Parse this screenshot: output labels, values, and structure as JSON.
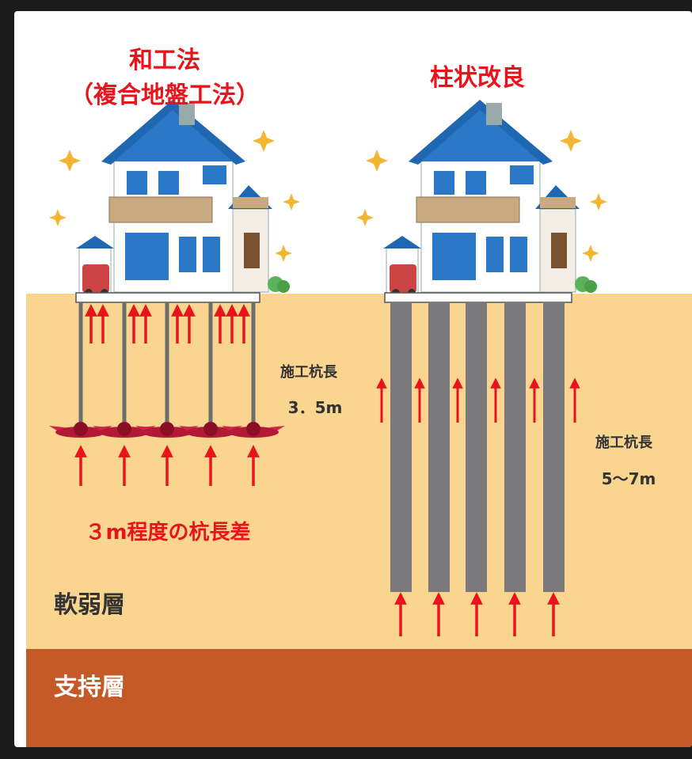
{
  "left_method": {
    "title_line1": "和工法",
    "title_line2": "（複合地盤工法）",
    "pile_length_label": "施工杭長",
    "pile_length_value": "3．5m",
    "difference_note": "３m程度の杭長差"
  },
  "right_method": {
    "title": "柱状改良",
    "pile_length_label": "施工杭長",
    "pile_length_value": "5～7m"
  },
  "layers": {
    "soft": "軟弱層",
    "bearing": "支持層"
  },
  "colors": {
    "soft_layer": "#fad590",
    "bearing_layer": "#c45a27",
    "accent_red": "#e8141c",
    "column_gray": "#7a7a7c",
    "roof_blue": "#1f67b1"
  }
}
